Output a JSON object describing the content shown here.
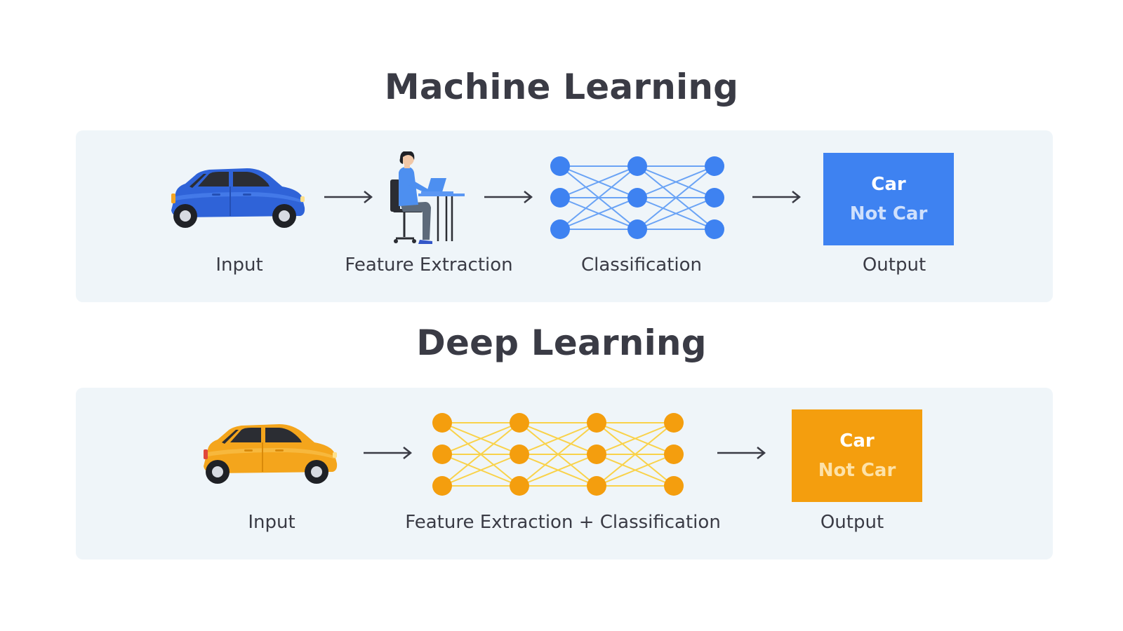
{
  "machine_learning": {
    "title": "Machine Learning",
    "color": "#3e82f1",
    "steps": {
      "input": "Input",
      "feature_extraction": "Feature Extraction",
      "classification": "Classification",
      "output": "Output"
    },
    "output_box": {
      "primary": "Car",
      "secondary": "Not Car"
    },
    "icons": [
      "blue-car-icon",
      "person-at-laptop-icon",
      "neural-network-icon"
    ]
  },
  "deep_learning": {
    "title": "Deep Learning",
    "color": "#f49e0e",
    "steps": {
      "input": "Input",
      "feature_extraction_classification": "Feature Extraction + Classification",
      "output": "Output"
    },
    "output_box": {
      "primary": "Car",
      "secondary": "Not Car"
    },
    "icons": [
      "yellow-car-icon",
      "neural-network-icon"
    ]
  }
}
